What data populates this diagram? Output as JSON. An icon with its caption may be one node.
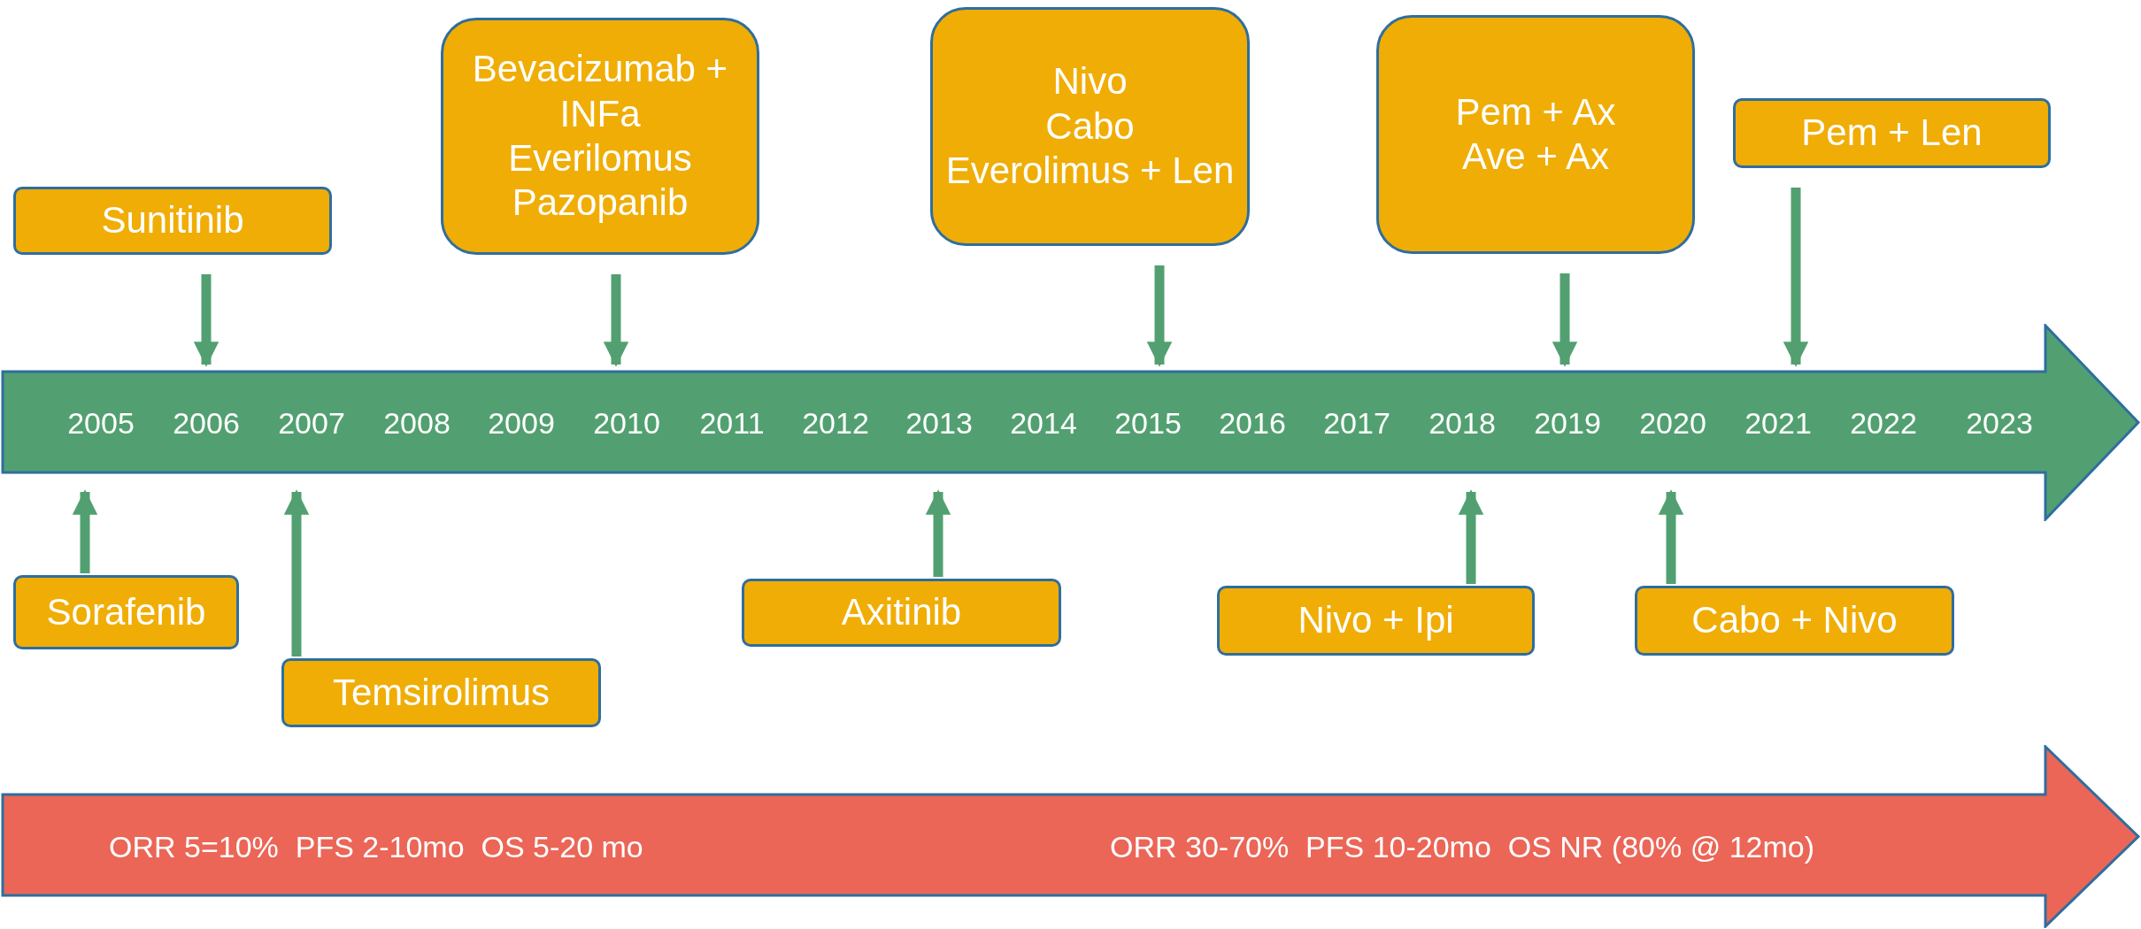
{
  "diagram": {
    "nodes": [
      {
        "text": [
          "Sunitinib"
        ]
      },
      {
        "text": [
          "Bevacizumab + INFa",
          "Everilomus",
          "Pazopanib"
        ]
      },
      {
        "text": [
          "Nivo",
          "Cabo",
          "Everolimus + Len"
        ]
      },
      {
        "text": [
          "Pem + Ax",
          "Ave + Ax"
        ]
      },
      {
        "text": [
          "Pem + Len"
        ]
      },
      {
        "text": [
          "2005",
          "2006",
          "2007",
          "2008",
          "2009",
          "2010",
          "2011",
          "2012",
          "2013",
          "2014",
          "2015",
          "2016",
          "2017",
          "2018",
          "2019",
          "2020",
          "2021",
          "2022",
          "2023"
        ]
      },
      {
        "text": [
          "Sorafenib"
        ]
      },
      {
        "text": [
          "Temsirolimus"
        ]
      },
      {
        "text": [
          "Axitinib"
        ]
      },
      {
        "text": [
          "Nivo + Ipi"
        ]
      },
      {
        "text": [
          "Cabo + Nivo"
        ]
      },
      {
        "text": [
          "ORR 5=10%  PFS 2-10mo  OS 5-20 mo",
          "ORR 30-70%  PFS 10-20mo  OS NR (80% @ 12mo)"
        ]
      }
    ],
    "edges": [
      {
        "from": 0,
        "to": 5,
        "arrow": "to"
      },
      {
        "from": 1,
        "to": 5,
        "arrow": "to"
      },
      {
        "from": 2,
        "to": 5,
        "arrow": "to"
      },
      {
        "from": 3,
        "to": 5,
        "arrow": "to"
      },
      {
        "from": 4,
        "to": 5,
        "arrow": "to"
      },
      {
        "from": 6,
        "to": 5,
        "arrow": "to"
      },
      {
        "from": 7,
        "to": 5,
        "arrow": "to"
      },
      {
        "from": 8,
        "to": 5,
        "arrow": "to"
      },
      {
        "from": 9,
        "to": 5,
        "arrow": "to"
      },
      {
        "from": 10,
        "to": 5,
        "arrow": "to"
      }
    ]
  }
}
